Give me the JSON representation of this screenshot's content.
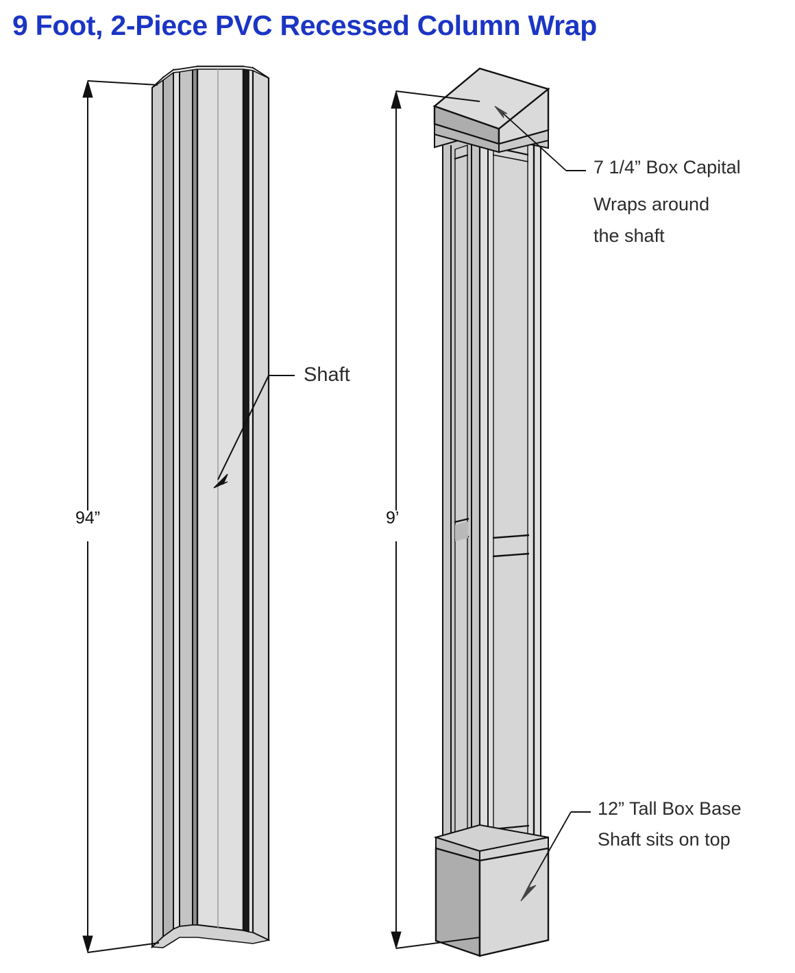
{
  "page": {
    "title": "9 Foot, 2-Piece PVC Recessed Column Wrap",
    "title_color": "#1B35C4",
    "background": "#FFFFFF"
  },
  "figures": [
    {
      "id": "left-column",
      "name": "two-piece-shaft-view",
      "dimension": {
        "label": "94”",
        "name": "shaft-height-dimension"
      },
      "callouts": [
        {
          "name": "shaft-callout",
          "lines": [
            "Shaft"
          ]
        }
      ]
    },
    {
      "id": "right-column",
      "name": "assembled-column-view",
      "dimension": {
        "label": "9’",
        "name": "overall-height-dimension"
      },
      "callouts": [
        {
          "name": "box-capital-callout",
          "lines": [
            "7 1/4” Box Capital",
            "Wraps around",
            "the shaft"
          ]
        },
        {
          "name": "box-base-callout",
          "lines": [
            "12” Tall Box Base",
            "Shaft sits on top"
          ]
        }
      ]
    }
  ],
  "labels": {
    "shaft": "Shaft",
    "capital_line1": "7 1/4” Box Capital",
    "capital_line2": "Wraps around",
    "capital_line3": "the shaft",
    "base_line1": "12” Tall Box Base",
    "base_line2": "Shaft sits on top",
    "dim_left": "94”",
    "dim_right": "9’"
  },
  "colors": {
    "face_light": "#E3E3E3",
    "face_mid": "#D0D0D0",
    "face_dark": "#B8B8B8",
    "face_darker": "#A8A8A8",
    "outline": "#111111",
    "text": "#2B2B2B",
    "title_blue": "#1B35C4"
  }
}
